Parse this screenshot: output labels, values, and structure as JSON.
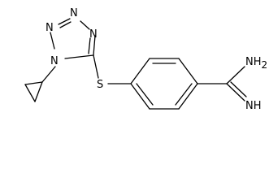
{
  "molecule": {
    "atoms": {
      "n1": "N",
      "n2": "N",
      "n3": "N",
      "n4": "N",
      "s": "S",
      "nh2": "NH",
      "nh2_sub": "2",
      "nh": "NH"
    }
  }
}
